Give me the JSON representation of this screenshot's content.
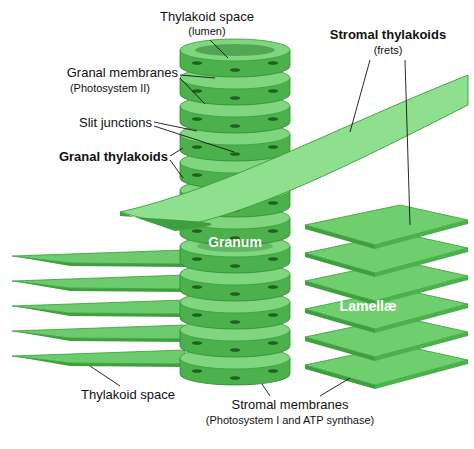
{
  "diagram": {
    "labels": [
      "Thylakoid space",
      "(lumen)",
      "Stromal thylakoids",
      "(frets)",
      "Granal membranes",
      "(Photosystem II)",
      "Slit junctions",
      "Granal thylakoids",
      "Granum",
      "Lamellæ",
      "Thylakoid space",
      "Stromal membranes",
      "(Photosystem I and ATP synthase)"
    ]
  }
}
